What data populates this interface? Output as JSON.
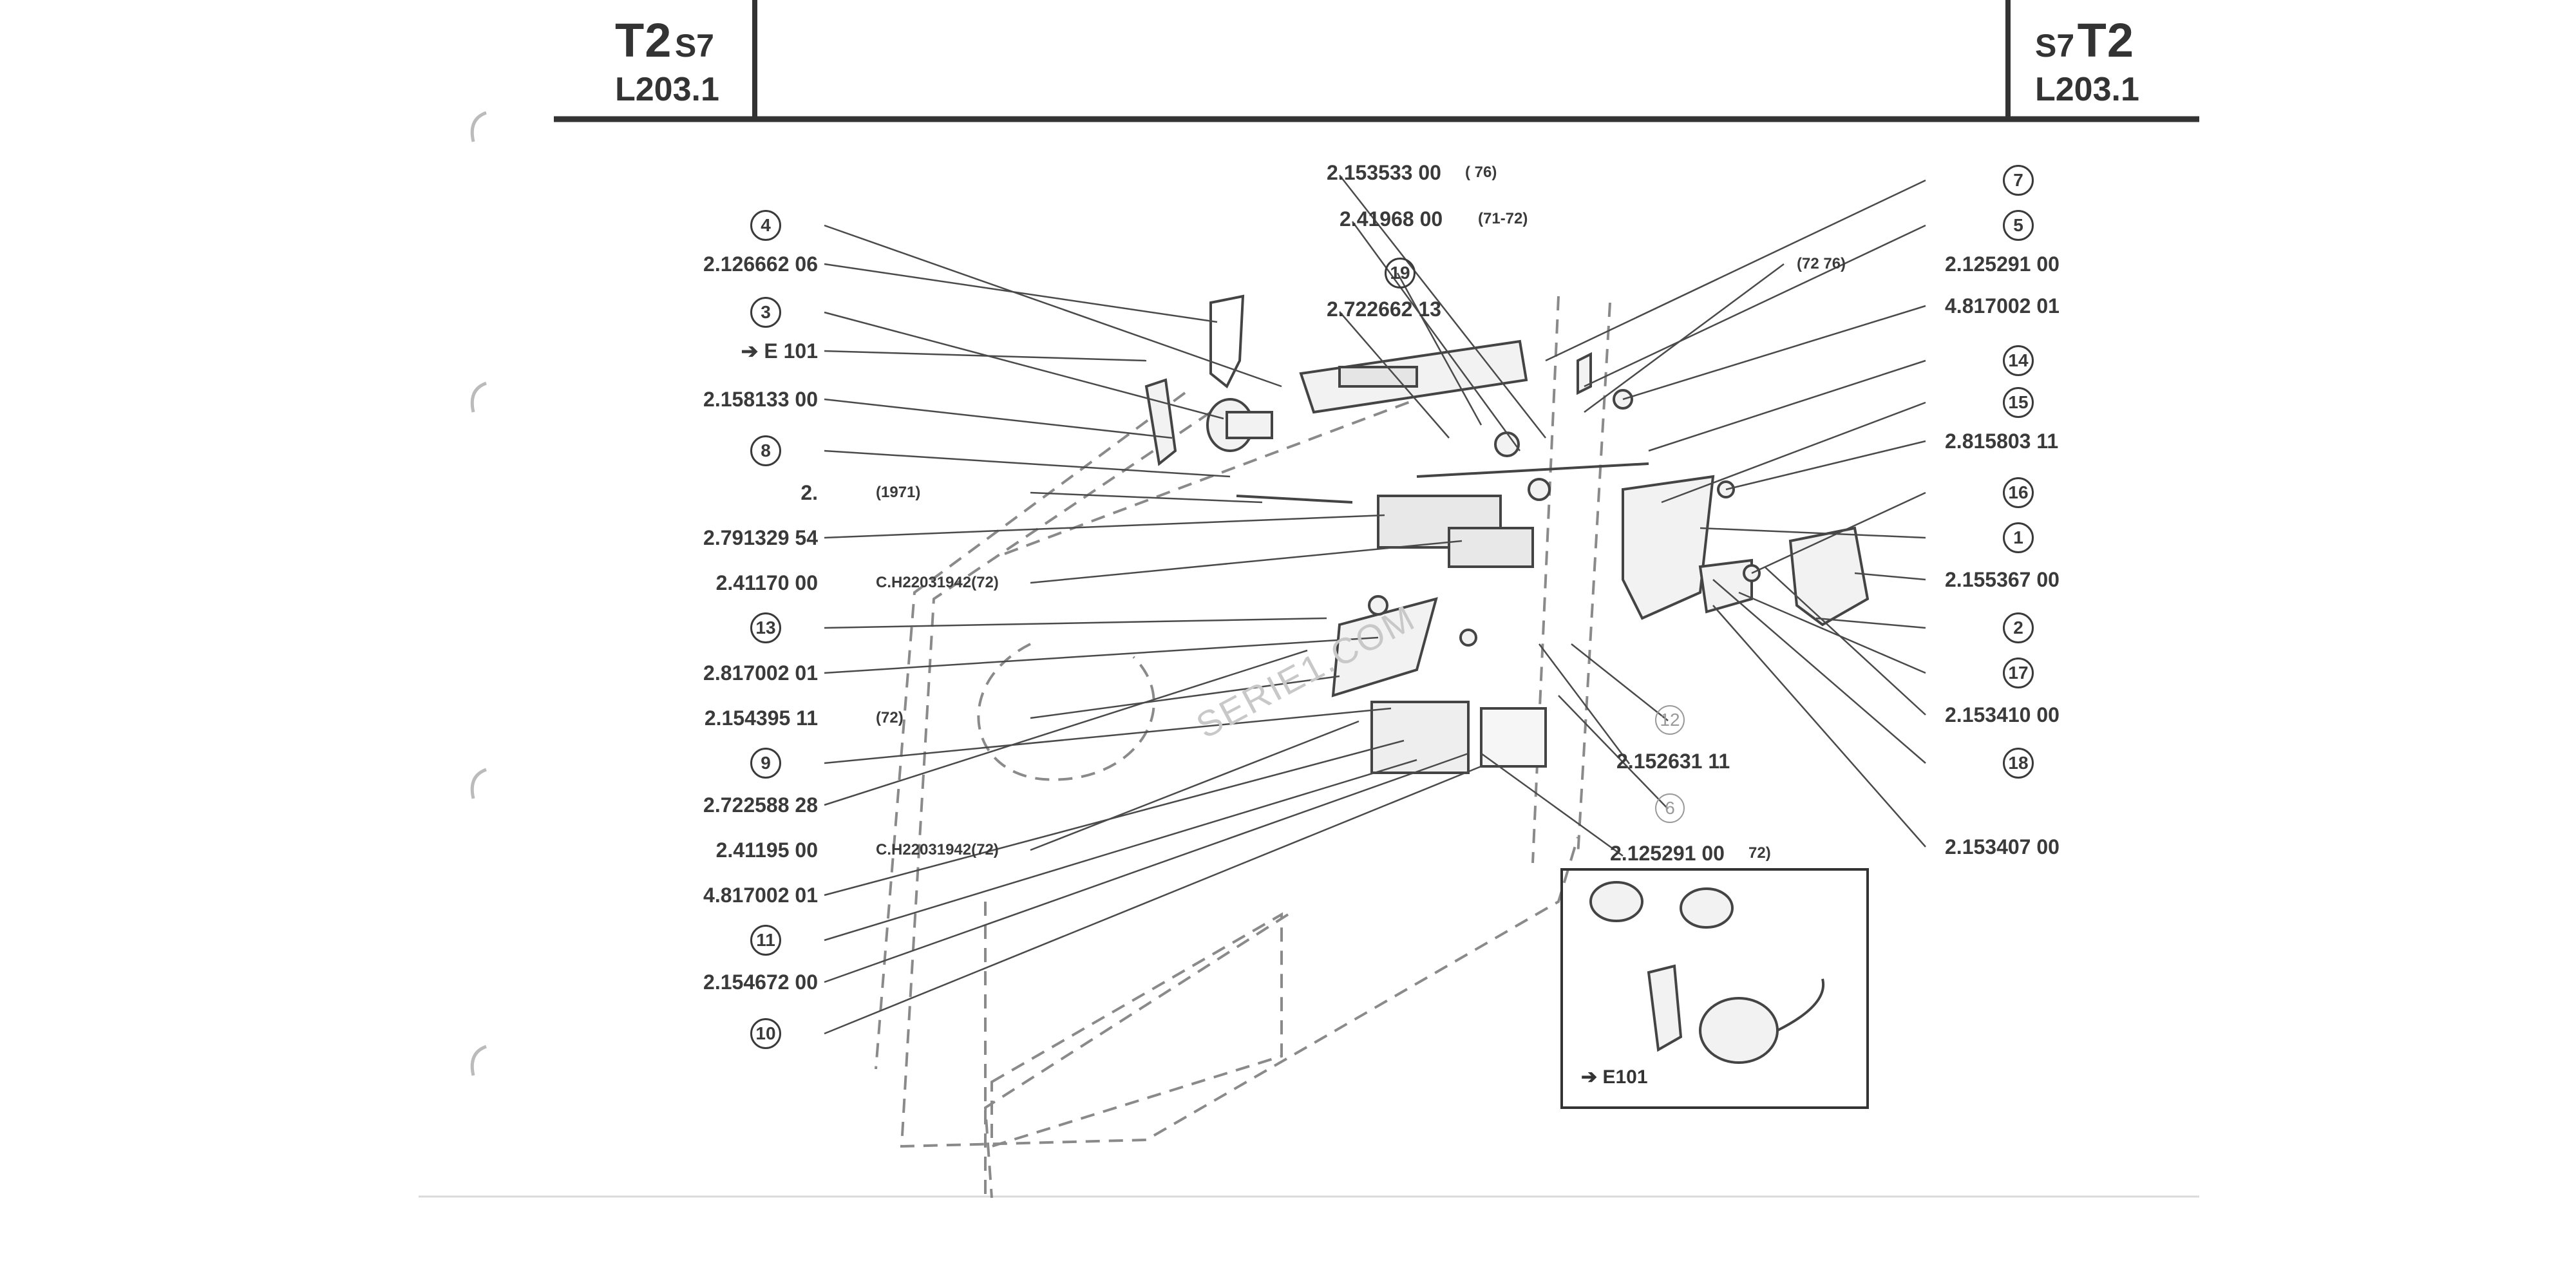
{
  "header": {
    "left": {
      "model": "T2",
      "series": "S7",
      "ref": "L203.1"
    },
    "right": {
      "model": "T2",
      "series": "S7",
      "ref": "L203.1"
    }
  },
  "watermark": "SERIE1.COM",
  "left_labels": [
    {
      "kind": "circle",
      "text": "4"
    },
    {
      "kind": "part",
      "text": "2.126662 06"
    },
    {
      "kind": "circle",
      "text": "3"
    },
    {
      "kind": "arrow",
      "text": "E 101"
    },
    {
      "kind": "part",
      "text": "2.158133 00"
    },
    {
      "kind": "circle",
      "text": "8"
    },
    {
      "kind": "part",
      "text": "2.",
      "note": "(1971)"
    },
    {
      "kind": "part",
      "text": "2.791329 54"
    },
    {
      "kind": "part",
      "text": "2.41170 00",
      "note": "C.H22031942(72)"
    },
    {
      "kind": "circle",
      "text": "13"
    },
    {
      "kind": "part",
      "text": "2.817002 01"
    },
    {
      "kind": "part",
      "text": "2.154395 11",
      "note": "(72)"
    },
    {
      "kind": "circle",
      "text": "9"
    },
    {
      "kind": "part",
      "text": "2.722588 28"
    },
    {
      "kind": "part",
      "text": "2.41195 00",
      "note": "C.H22031942(72)"
    },
    {
      "kind": "part",
      "text": "4.817002 01"
    },
    {
      "kind": "circle",
      "text": "11"
    },
    {
      "kind": "part",
      "text": "2.154672 00"
    },
    {
      "kind": "circle",
      "text": "10"
    }
  ],
  "right_labels": [
    {
      "kind": "circle",
      "text": "7"
    },
    {
      "kind": "circle",
      "text": "5"
    },
    {
      "kind": "part",
      "text": "2.125291 00",
      "note": "(72 76)"
    },
    {
      "kind": "part",
      "text": "4.817002 01"
    },
    {
      "kind": "circle",
      "text": "14"
    },
    {
      "kind": "circle",
      "text": "15"
    },
    {
      "kind": "part",
      "text": "2.815803 11"
    },
    {
      "kind": "circle",
      "text": "16"
    },
    {
      "kind": "circle",
      "text": "1"
    },
    {
      "kind": "part",
      "text": "2.155367 00"
    },
    {
      "kind": "circle",
      "text": "2"
    },
    {
      "kind": "circle",
      "text": "17"
    },
    {
      "kind": "part",
      "text": "2.153410 00"
    },
    {
      "kind": "circle",
      "text": "18"
    },
    {
      "kind": "part",
      "text": "2.153407 00"
    }
  ],
  "center_labels": [
    {
      "id": "c1",
      "text": "2.153533 00",
      "note": "( 76)"
    },
    {
      "id": "c2",
      "text": "2.41968 00",
      "note": "(71-72)"
    },
    {
      "id": "c3",
      "kind": "circle",
      "text": "19"
    },
    {
      "id": "c4",
      "text": "2.722662 13"
    },
    {
      "id": "c5",
      "kind": "circle-light",
      "text": "12"
    },
    {
      "id": "c6",
      "text": "2.152631 11"
    },
    {
      "id": "c7",
      "kind": "circle-light",
      "text": "6"
    },
    {
      "id": "c8",
      "text": "2.125291 00",
      "note": "72)"
    }
  ],
  "inset": {
    "label": "E101"
  },
  "colors": {
    "ink": "#3a3a3a",
    "rule": "#333333",
    "dash": "#8a8a8a",
    "paper": "#ffffff"
  }
}
